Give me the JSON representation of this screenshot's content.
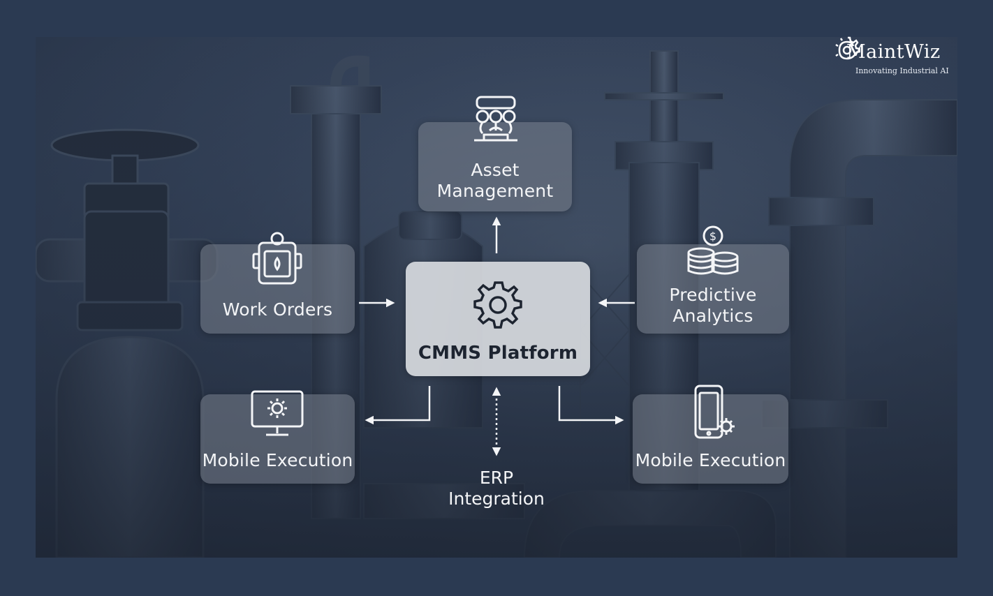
{
  "brand": {
    "name": "MaintWiz",
    "tagline": "Innovating Industrial AI",
    "logo_icon": "gear-swirl-icon"
  },
  "center": {
    "label": "CMMS Platform",
    "icon": "gear-icon"
  },
  "nodes": {
    "asset": {
      "label": "Asset\nManagement",
      "icon": "asset-dashboard-icon"
    },
    "work_orders": {
      "label": "Work Orders",
      "icon": "work-order-tablet-icon"
    },
    "predictive": {
      "label": "Predictive\nAnalytics",
      "icon": "coin-stack-icon"
    },
    "mobile_left": {
      "label": "Mobile Execution",
      "icon": "monitor-gear-icon"
    },
    "mobile_right": {
      "label": "Mobile Execution",
      "icon": "phone-gear-icon"
    },
    "erp": {
      "label": "ERP\nIntegration"
    }
  },
  "colors": {
    "background": "#2b3a52",
    "card": "#7c848f",
    "center_card": "#d7dade",
    "text_light": "#f4f5f7",
    "text_dark": "#1d2430"
  }
}
